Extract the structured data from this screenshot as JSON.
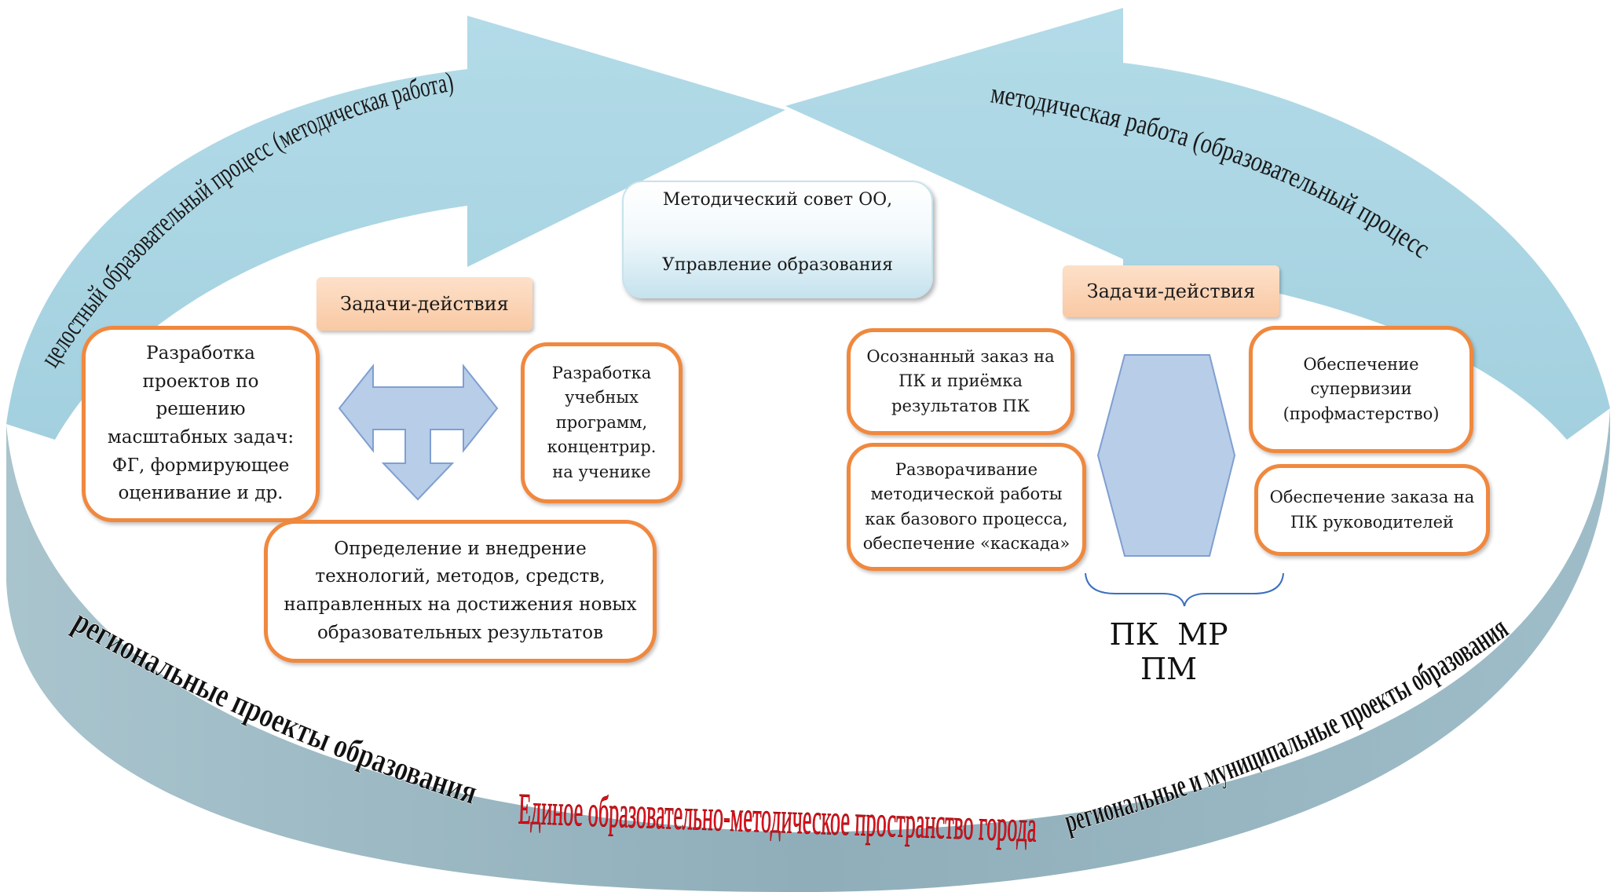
{
  "arcs": {
    "left": "целостный образовательный процесс (методическая работа)",
    "right": "методическая работа (образовательный процесс)",
    "bottom_left": "региональные проекты образования",
    "bottom_center": "Единое образовательно-методическое пространство города",
    "bottom_right": "региональные и муниципальные проекты образования"
  },
  "council": {
    "line1": "Методический совет ОО,",
    "line2": "Управление образования"
  },
  "left_panel": {
    "header": "Задачи-действия",
    "box_projects": "Разработка\nпроектов по\nрешению\nмасштабных задач:\nФГ, формирующее\nоценивание и др.",
    "box_programs": "Разработка\nучебных\nпрограмм,\nконцентрир.\nна ученике",
    "box_technologies": "Определение и внедрение\nтехнологий, методов, средств,\nнаправленных на достижения новых\nобразовательных результатов"
  },
  "right_panel": {
    "header": "Задачи-действия",
    "box_order": "Осознанный заказ на\nПК и приёмка\nрезультатов ПК",
    "box_deploy": "Разворачивание\nметодической работы\nкак базового процесса,\nобеспечение «каскада»",
    "box_supervision": "Обеспечение\nсупервизии\n(профмастерство)",
    "box_managers": "Обеспечение заказа на\nПК руководителей",
    "abbreviations": "ПК МР ПМ"
  },
  "colors": {
    "arrow_light": "#a9d6e5",
    "band_dark": "#93b3bf",
    "box_border": "#f0883e",
    "shape_fill": "#b8cde8",
    "shape_stroke": "#7f9fd0",
    "center_text": "#e0101c"
  }
}
